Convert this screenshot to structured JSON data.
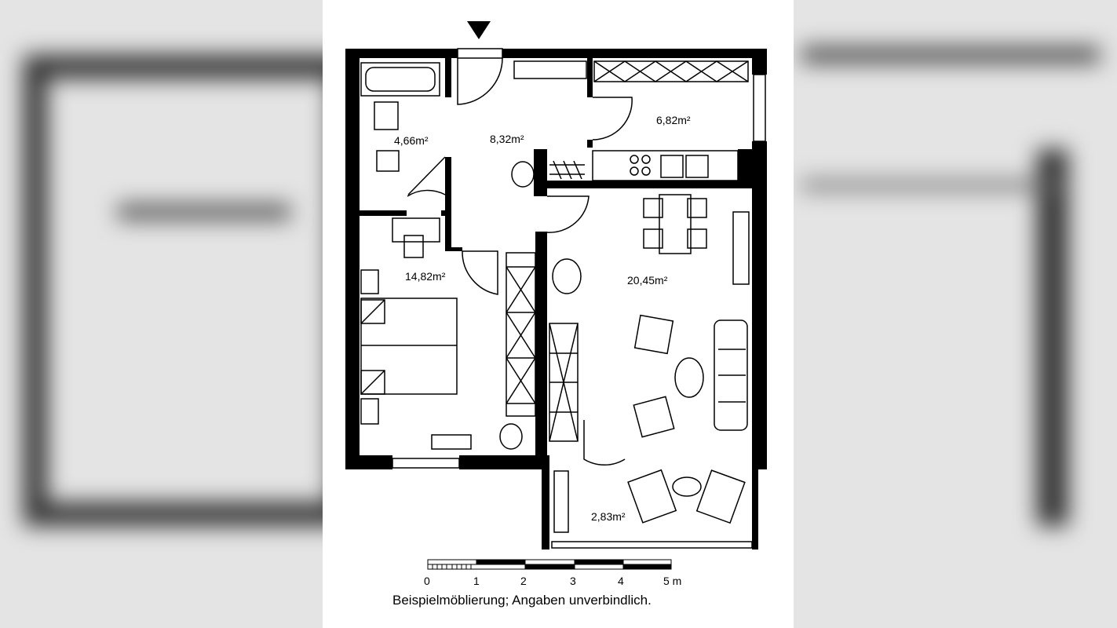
{
  "rooms": [
    {
      "name": "bathroom",
      "area": "4,66m²"
    },
    {
      "name": "hallway",
      "area": "8,32m²"
    },
    {
      "name": "kitchen",
      "area": "6,82m²"
    },
    {
      "name": "bedroom",
      "area": "14,82m²"
    },
    {
      "name": "living-room",
      "area": "20,45m²"
    },
    {
      "name": "balcony",
      "area": "2,83m²"
    }
  ],
  "scale": {
    "ticks": [
      "0",
      "1",
      "2",
      "3",
      "4",
      "5 m"
    ]
  },
  "caption": "Beispielmöblierung; Angaben unverbindlich.",
  "entrance_marker": "entrance-arrow-icon"
}
